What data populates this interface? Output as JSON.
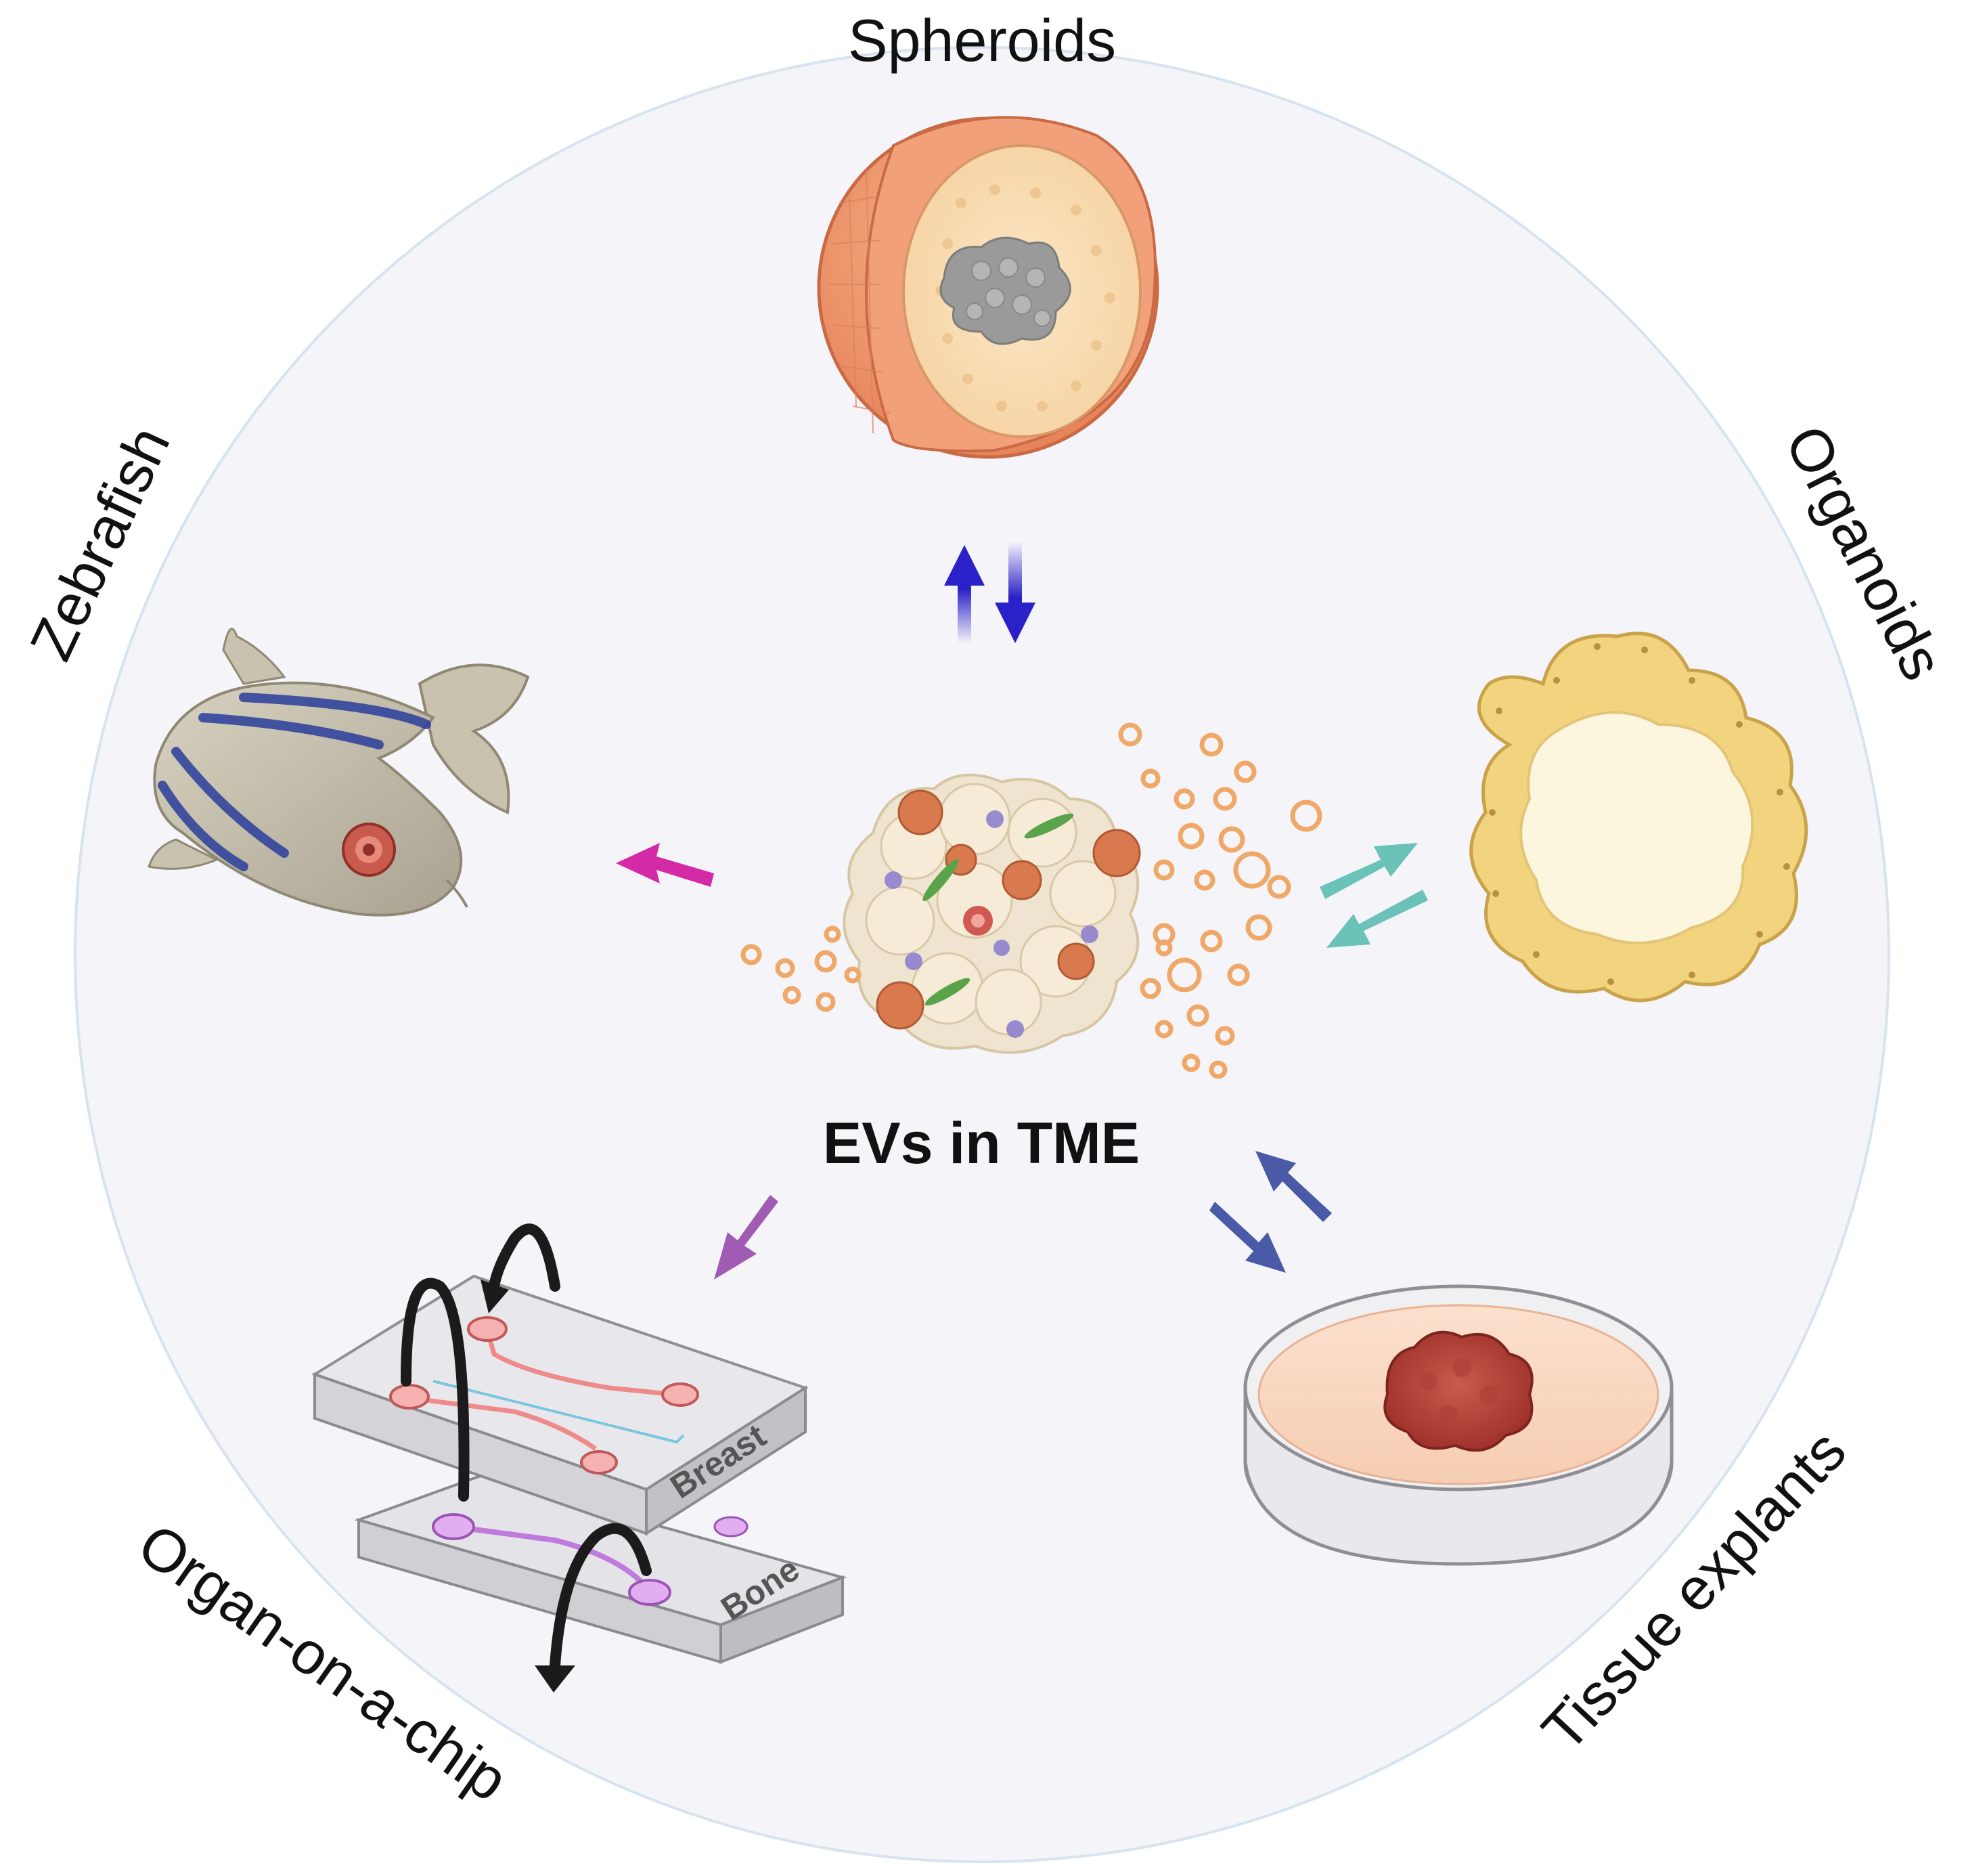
{
  "labels": {
    "spheroids": "Spheroids",
    "organoids": "Organoids",
    "zebrafish": "Zebrafish",
    "organ_on_chip": "Organ-on-a-chip",
    "tissue_explants": "Tissue explants",
    "center": "EVs in TME",
    "chip_top": "Breast",
    "chip_bottom": "Bone"
  },
  "colors": {
    "background_circle": "#f5f4f9",
    "circle_stroke": "#d7e3ef",
    "spheroid_arrows": "#2a22c8",
    "organoid_arrows": "#5cbcb0",
    "zebrafish_arrow": "#d42aa6",
    "chip_arrow": "#a05cb2",
    "explant_arrows": "#4a5aa6"
  }
}
